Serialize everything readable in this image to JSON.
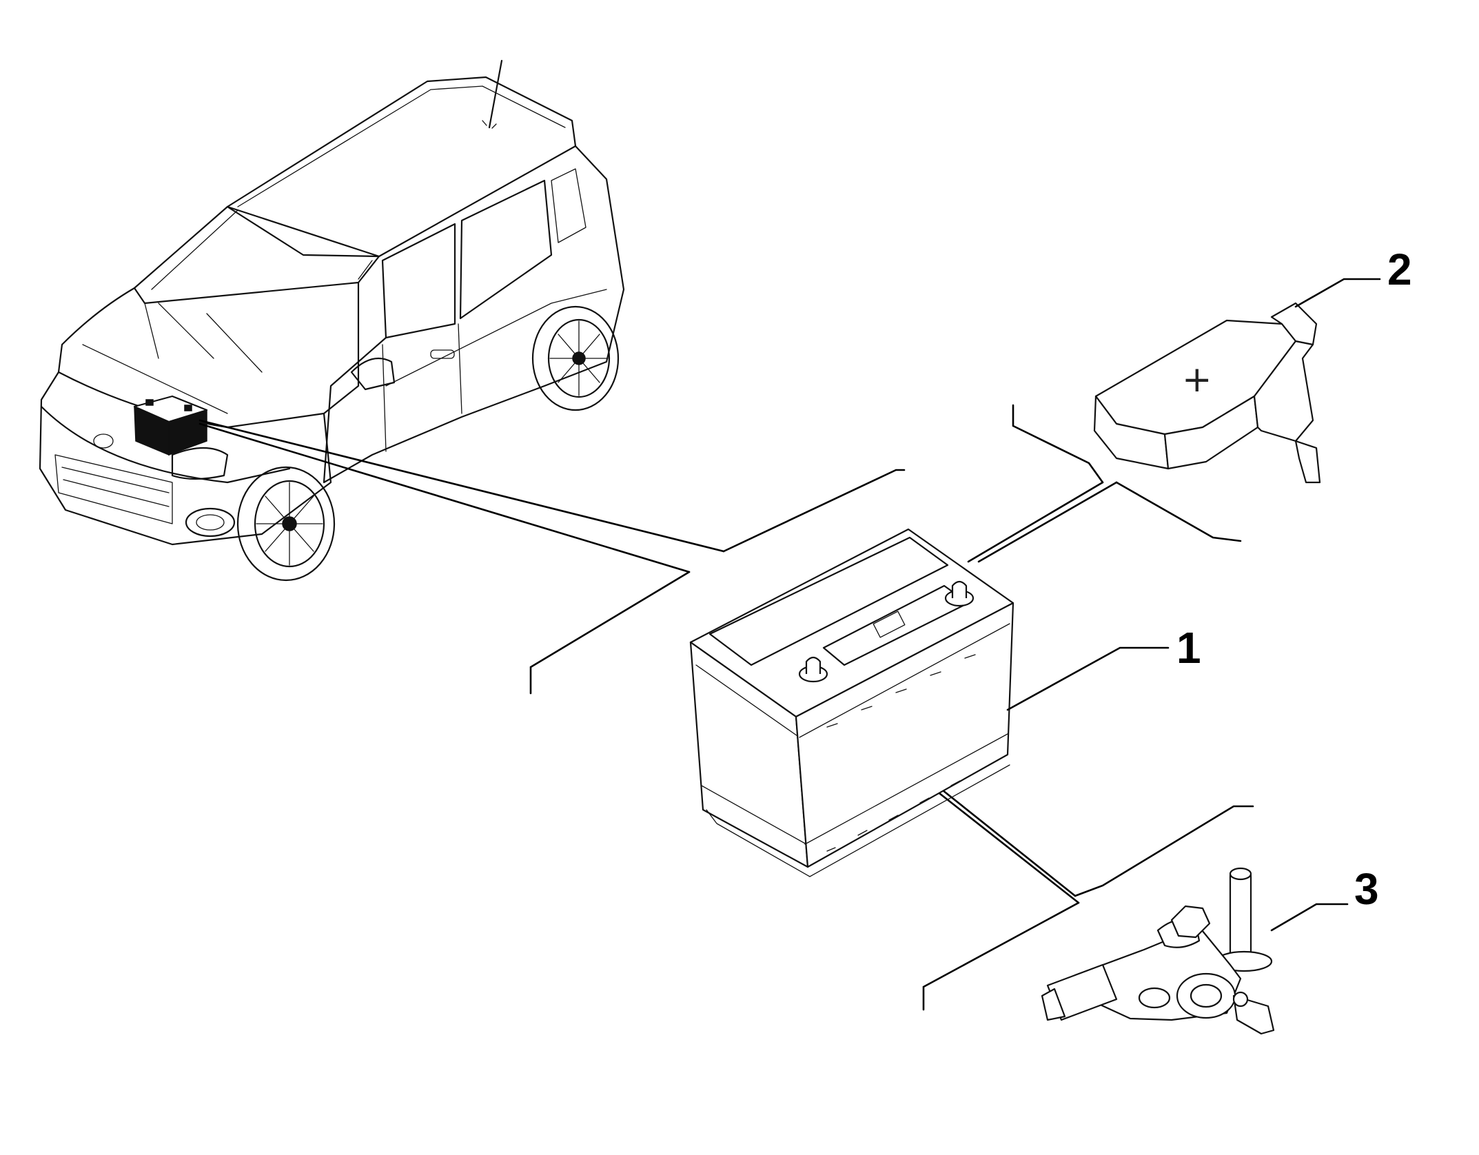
{
  "diagram": {
    "parts": [
      {
        "callout": "1",
        "part": "battery"
      },
      {
        "callout": "2",
        "part": "positive-terminal-cover"
      },
      {
        "callout": "3",
        "part": "negative-terminal-clamp-sensor"
      }
    ],
    "terminal_cover_symbol": "+",
    "colors": {
      "line": "#111111",
      "background": "#ffffff"
    }
  }
}
